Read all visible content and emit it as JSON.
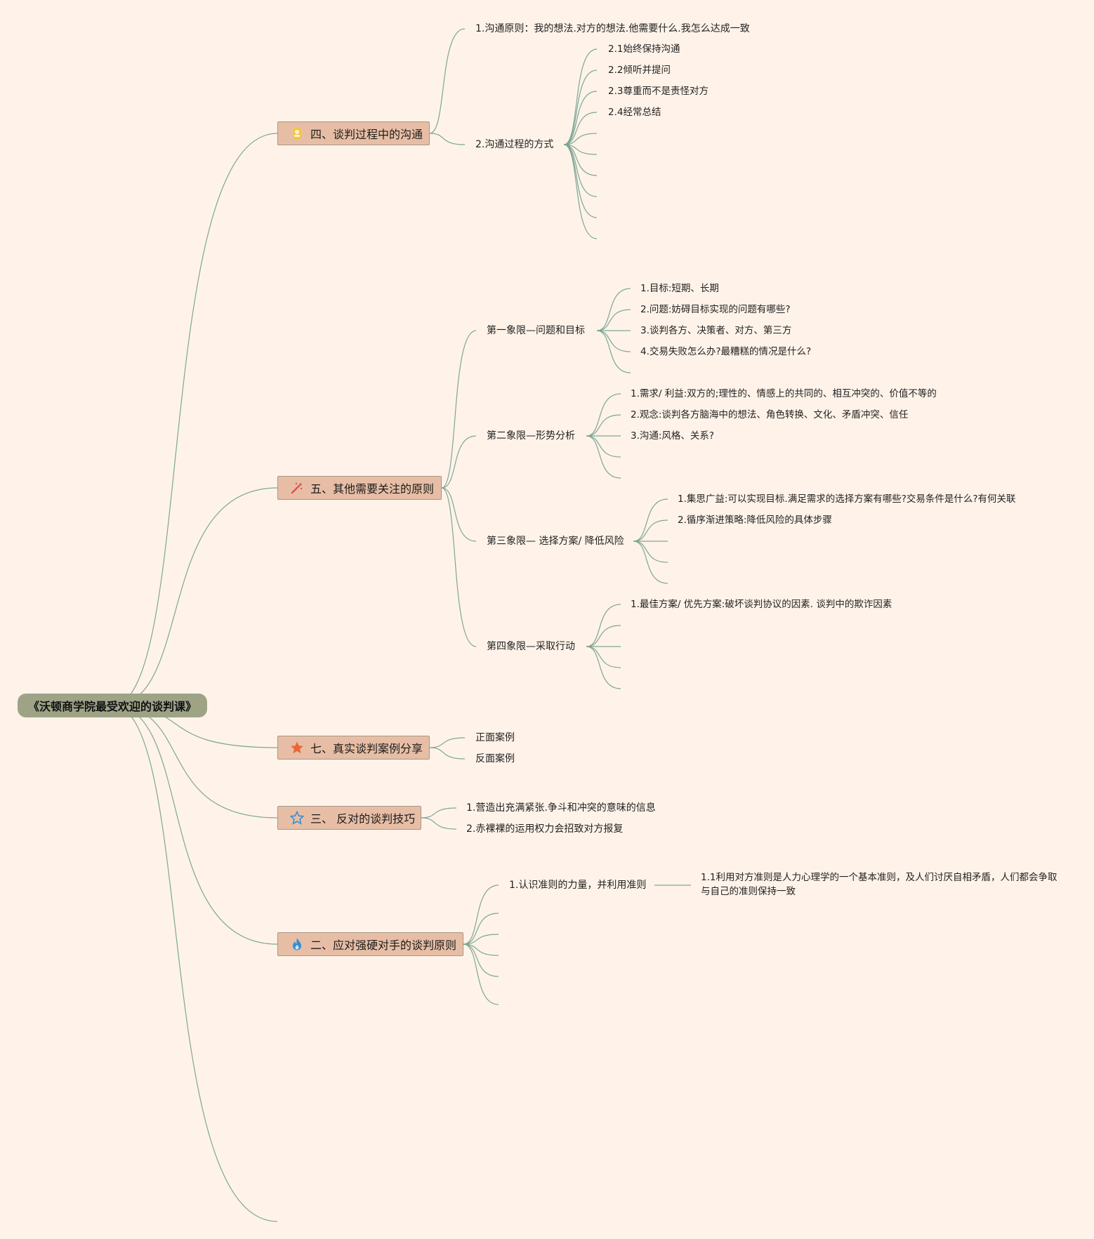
{
  "root": {
    "label": "《沃顿商学院最受欢迎的谈判课》"
  },
  "branches": [
    {
      "label": "四、谈判过程中的沟通",
      "icon": "person-badge-icon",
      "children": [
        {
          "label": "1.沟通原则：我的想法.对方的想法.他需要什么.我怎么达成一致"
        },
        {
          "label": "2.沟通过程的方式",
          "leaves": [
            "2.1始终保持沟通",
            "2.2倾听并提问",
            "2.3尊重而不是责怪对方",
            "2.4经常总结"
          ]
        }
      ]
    },
    {
      "label": "五、其他需要关注的原则",
      "icon": "sparkle-icon",
      "children": [
        {
          "label": "第一象限—问题和目标",
          "leaves": [
            "1.目标:短期、长期",
            "2.问题:妨碍目标实现的问题有哪些?",
            "3.谈判各方、决策者、对方、第三方",
            "4.交易失败怎么办?最糟糕的情况是什么?"
          ]
        },
        {
          "label": "第二象限—形势分析",
          "leaves": [
            "1.需求/ 利益:双方的;理性的、情感上的共同的、相互冲突的、价值不等的",
            "2.观念:谈判各方脑海中的想法、角色转换、文化、矛盾冲突、信任",
            "3.沟通:风格、关系?"
          ]
        },
        {
          "label": "第三象限— 选择方案/ 降低风险",
          "leaves": [
            "1.集思广益:可以实现目标.满足需求的选择方案有哪些?交易条件是什么?有何关联",
            "2.循序渐进策略:降低风险的具体步骤"
          ]
        },
        {
          "label": "第四象限—采取行动",
          "leaves": [
            "1.最佳方案/ 优先方案:破坏谈判协议的因素. 谈判中的欺诈因素"
          ]
        }
      ]
    },
    {
      "label": "七、真实谈判案例分享",
      "icon": "star-filled-icon",
      "children": [
        {
          "label": "正面案例"
        },
        {
          "label": "反面案例"
        }
      ]
    },
    {
      "label": "三、 反对的谈判技巧",
      "icon": "star-outline-icon",
      "children": [
        {
          "label": "1.营造出充满紧张.争斗和冲突的意味的信息"
        },
        {
          "label": "2.赤裸裸的运用权力会招致对方报复"
        }
      ]
    },
    {
      "label": "二、应对强硬对手的谈判原则",
      "icon": "flame-icon",
      "children": [
        {
          "label": "1.认识准则的力量，并利用准则",
          "leaves": [
            "1.1利用对方准则是人力心理学的一个基本准则，及人们讨厌自相矛盾，人们都会争取与自己的准则保持一致"
          ]
        }
      ]
    }
  ],
  "colors": {
    "background": "#fff3e9",
    "line": "#7ea694",
    "root": "#9ea386",
    "branch": "#e7bea5"
  }
}
